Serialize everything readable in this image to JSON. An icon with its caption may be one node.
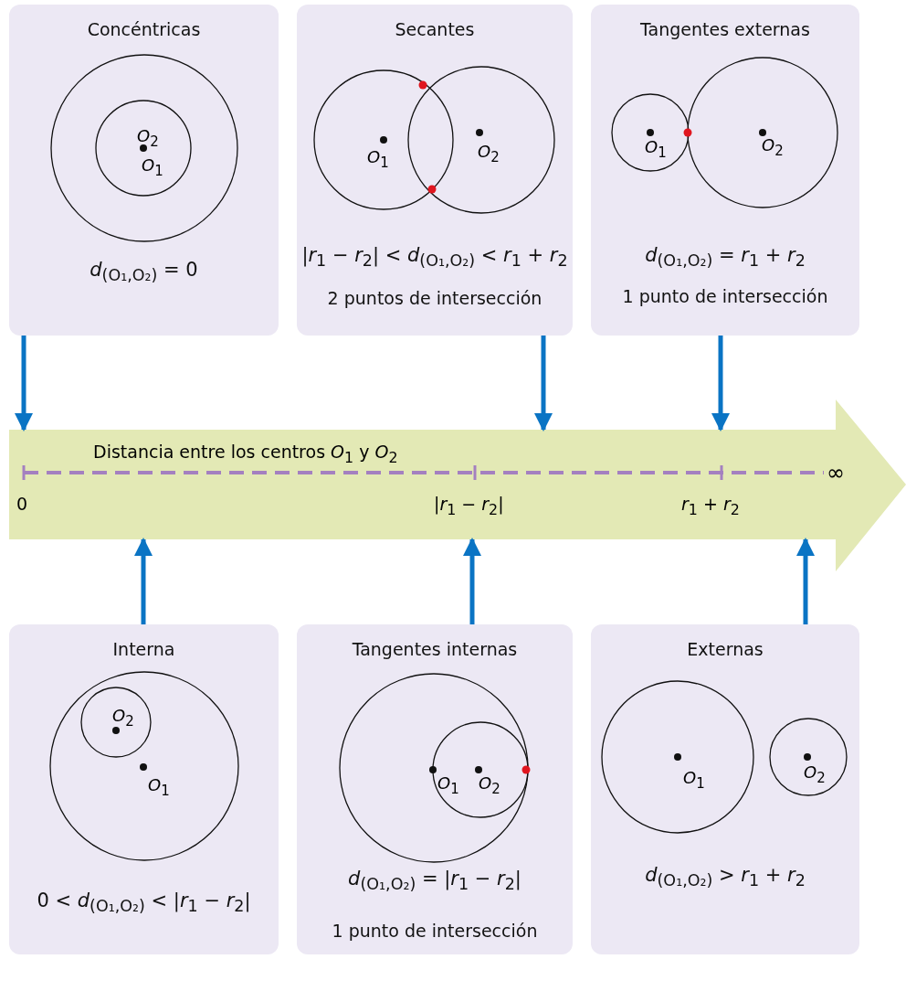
{
  "diagram": {
    "nodes": [
      {
        "text": [
          "Concéntricas",
          "*d*$_{(O₁,O₂)}$ = 0"
        ]
      },
      {
        "text": [
          "Secantes",
          "|*r*$_{1}$ − *r*$_{2}$| < *d*$_{(O₁,O₂)}$ < *r*$_{1}$ + *r*$_{2}$",
          "2 puntos de intersección"
        ]
      },
      {
        "text": [
          "Tangentes externas",
          "*d*$_{(O₁,O₂)}$ = *r*$_{1}$ + *r*$_{2}$",
          "1 punto de intersección"
        ]
      },
      {
        "text": [
          "Distancia entre los centros *O*$_{1}$ y *O*$_{2}$",
          "0",
          "|*r*$_{1}$ − *r*$_{2}$|",
          "*r*$_{1}$ + *r*$_{2}$",
          "∞"
        ]
      },
      {
        "text": [
          "Interna",
          "0 < *d*$_{(O₁,O₂)}$ < |*r*$_{1}$ − *r*$_{2}$|"
        ]
      },
      {
        "text": [
          "Tangentes internas",
          "*d*$_{(O₁,O₂)}$ = |*r*$_{1}$ − *r*$_{2}$|",
          "1 punto de intersección"
        ]
      },
      {
        "text": [
          "Externas",
          "*d*$_{(O₁,O₂)}$ > *r*$_{1}$ + *r*$_{2}$"
        ]
      }
    ],
    "edges": [
      {
        "from": 0,
        "to": 3,
        "arrow": "to"
      },
      {
        "from": 1,
        "to": 3,
        "arrow": "to"
      },
      {
        "from": 2,
        "to": 3,
        "arrow": "to"
      },
      {
        "from": 4,
        "to": 3,
        "arrow": "to"
      },
      {
        "from": 5,
        "to": 3,
        "arrow": "to"
      },
      {
        "from": 6,
        "to": 3,
        "arrow": "to"
      }
    ],
    "labels": [
      "*O*$_{2}$",
      "*O*$_{1}$",
      "*O*$_{1}$",
      "*O*$_{2}$",
      "*O*$_{1}$",
      "*O*$_{2}$",
      "*O*$_{2}$",
      "*O*$_{1}$",
      "*O*$_{1}$",
      "*O*$_{2}$",
      "*O*$_{1}$",
      "*O*$_{2}$"
    ]
  }
}
